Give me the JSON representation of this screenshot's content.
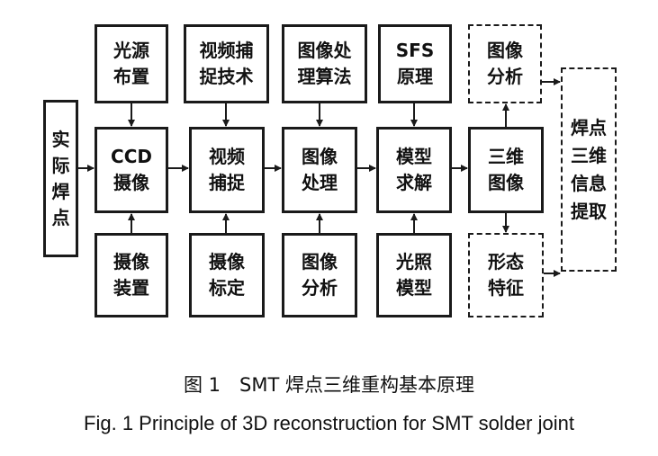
{
  "diagram": {
    "nodes": {
      "solder_point": "实\n际\n焊\n点",
      "light_layout": "光源\n布置",
      "video_tech": "视频捕\n捉技术",
      "image_algo": "图像处\n理算法",
      "sfs_principle": "SFS\n原理",
      "image_analysis": "图像\n分析",
      "info_extract": "焊点\n三维\n信息\n提取",
      "ccd_camera": "CCD\n摄像",
      "video_capture": "视频\n捕捉",
      "image_process": "图像\n处理",
      "model_solve": "模型\n求解",
      "three_d_image": "三维\n图像",
      "camera_device": "摄像\n装置",
      "camera_calib": "摄像\n标定",
      "image_analysis_2": "图像\n分析",
      "light_model": "光照\n模型",
      "morphology": "形态\n特征"
    }
  },
  "caption": {
    "chinese": "图 1　SMT 焊点三维重构基本原理",
    "english": "Fig.  1    Principle of 3D reconstruction for SMT solder joint"
  }
}
